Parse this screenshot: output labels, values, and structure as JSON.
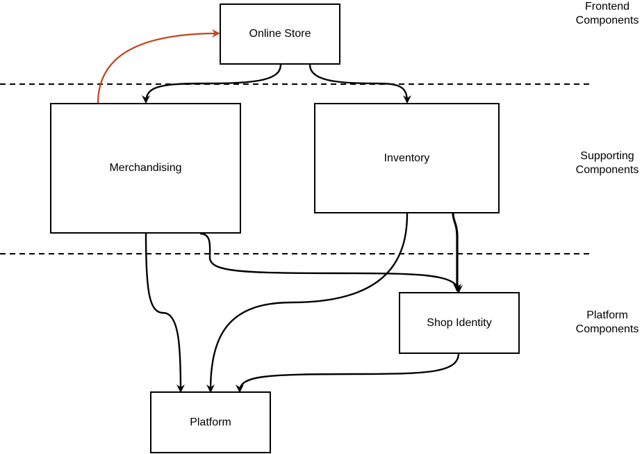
{
  "layers": {
    "frontend": {
      "line1": "Frontend",
      "line2": "Components"
    },
    "supporting": {
      "line1": "Supporting",
      "line2": "Components"
    },
    "platform": {
      "line1": "Platform",
      "line2": "Components"
    }
  },
  "nodes": {
    "online_store": "Online Store",
    "merchandising": "Merchandising",
    "inventory": "Inventory",
    "shop_identity": "Shop Identity",
    "platform": "Platform"
  },
  "colors": {
    "edge_default": "#000000",
    "edge_highlight": "#c0441b",
    "separator": "#000000"
  }
}
